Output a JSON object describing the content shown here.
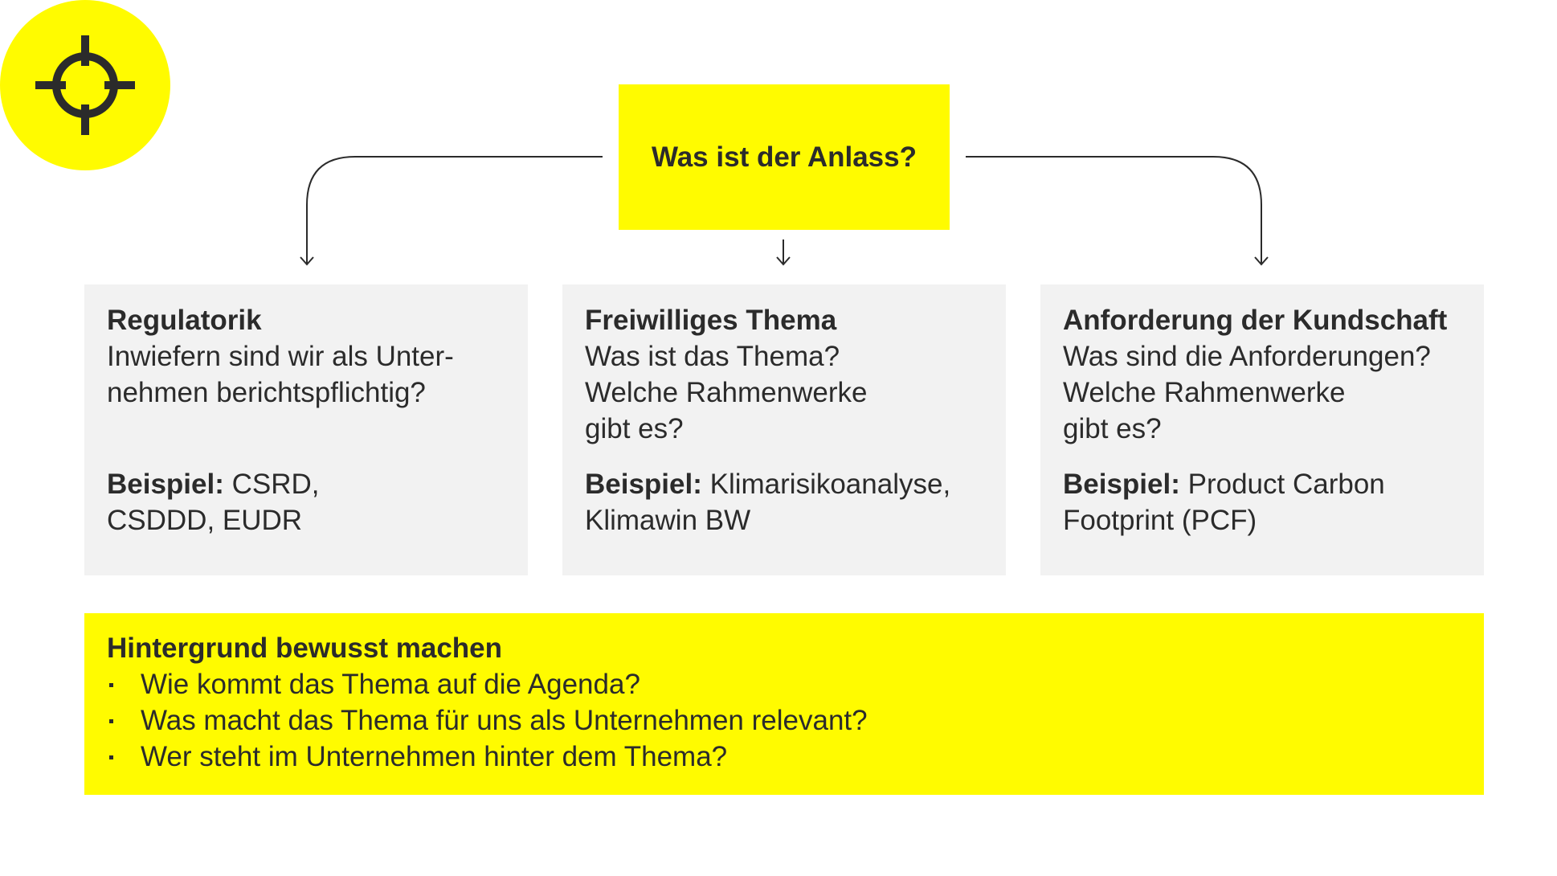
{
  "colors": {
    "accent_yellow": "#fffb00",
    "card_gray": "#f2f2f2",
    "text": "#2b2b2b"
  },
  "logo": {
    "icon": "crosshair-icon"
  },
  "question": {
    "label": "Was ist der Anlass?"
  },
  "cards": [
    {
      "title": "Regulatorik",
      "question": "Inwiefern sind wir als Unter-\nnehmen berichtspflichtig?",
      "example_label": "Beispiel:",
      "example_value": " CSRD,\nCSDDD, EUDR"
    },
    {
      "title": "Freiwilliges Thema",
      "question": "Was ist das Thema?\nWelche Rahmenwerke\ngibt es?",
      "example_label": "Beispiel:",
      "example_value": " Klimarisikoanalyse,\nKlimawin BW"
    },
    {
      "title": "Anforderung der Kundschaft",
      "question": "Was sind die Anforderungen?\nWelche Rahmenwerke\ngibt es?",
      "example_label": "Beispiel:",
      "example_value": " Product Carbon\nFootprint (PCF)"
    }
  ],
  "background": {
    "title": "Hintergrund bewusst machen",
    "items": [
      "Wie kommt das Thema auf die Agenda?",
      "Was macht das Thema für uns als Unternehmen relevant?",
      "Wer steht im Unternehmen hinter dem Thema?"
    ]
  }
}
